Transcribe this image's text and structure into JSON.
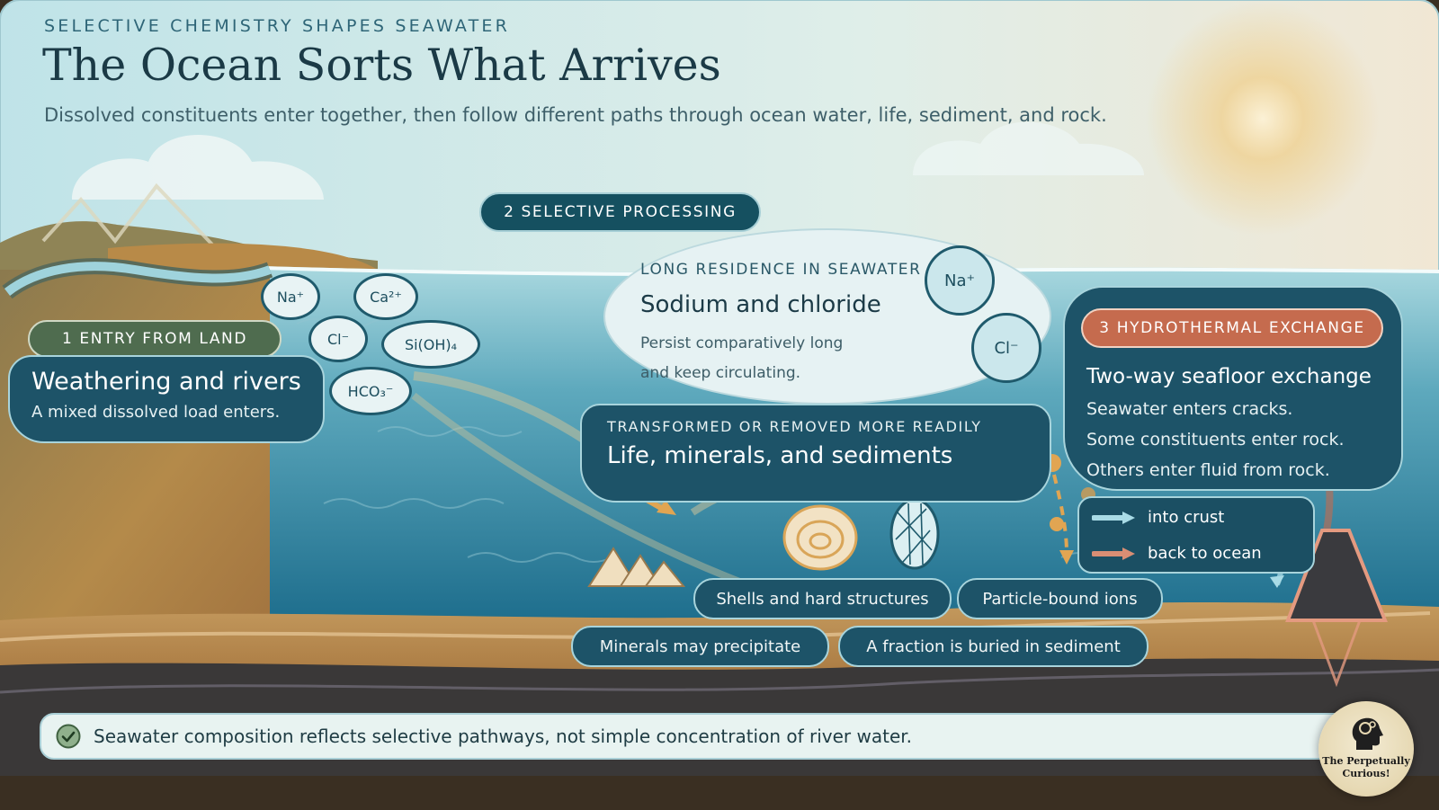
{
  "header": {
    "eyebrow": "SELECTIVE CHEMISTRY SHAPES SEAWATER",
    "title": "The Ocean Sorts What Arrives",
    "subtitle": "Dissolved constituents enter together, then follow different paths through ocean water, life, sediment, and rock."
  },
  "entry": {
    "step_label": "1 ENTRY FROM LAND",
    "heading": "Weathering and rivers",
    "text": "A mixed dissolved load enters."
  },
  "ions": {
    "na": "Na⁺",
    "ca": "Ca²⁺",
    "cl": "Cl⁻",
    "si": "Si(OH)₄",
    "hco3": "HCO₃⁻"
  },
  "processing": {
    "step_label": "2 SELECTIVE PROCESSING",
    "long_label": "LONG RESIDENCE IN SEAWATER",
    "long_heading": "Sodium and chloride",
    "long_text": "Persist comparatively long and keep circulating.",
    "long_ion_na": "Na⁺",
    "long_ion_cl": "Cl⁻",
    "trans_label": "TRANSFORMED OR REMOVED MORE READILY",
    "trans_heading": "Life, minerals, and sediments"
  },
  "removal_tags": {
    "shells": "Shells and hard structures",
    "particles": "Particle-bound ions",
    "minerals": "Minerals may precipitate",
    "buried": "A fraction is buried in sediment"
  },
  "hydrothermal": {
    "step_label": "3 HYDROTHERMAL EXCHANGE",
    "heading": "Two-way seafloor exchange",
    "lines": [
      "Seawater enters cracks.",
      "Some constituents enter rock.",
      "Others enter fluid from rock."
    ],
    "legend": {
      "into_crust": "into crust",
      "back_to_ocean": "back to ocean"
    }
  },
  "footer": {
    "conclusion": "Seawater composition reflects selective pathways, not simple concentration of river water."
  },
  "logo": {
    "text": "The Perpetually Curious!"
  },
  "icons": {
    "check": "check-circle-icon",
    "shell": "shell-icon",
    "particle": "particle-icon",
    "crystals": "crystal-icon",
    "sun": "sun-icon",
    "vent": "vent-icon"
  },
  "colors": {
    "dark_teal": "#1d5368",
    "entry_green": "#4f6c4f",
    "hydro_orange": "#c56b4e",
    "into_crust_arrow": "#a9dbe6",
    "back_to_ocean_arrow": "#d98e74",
    "ocean": "#3d8aa3",
    "sediment": "#b98a4f",
    "rock": "#3a3a3e"
  }
}
